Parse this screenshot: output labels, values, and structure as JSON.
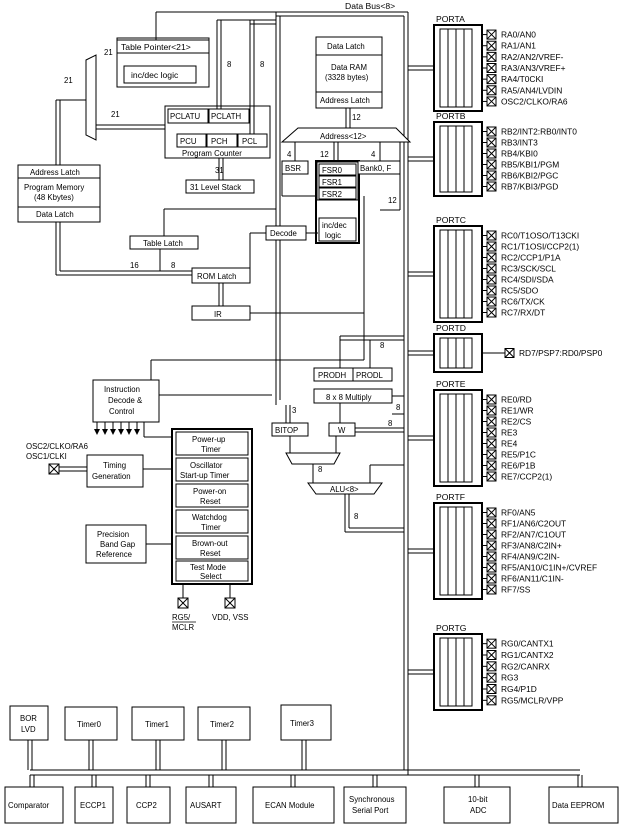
{
  "data_bus_label": "Data Bus<8>",
  "table_pointer": "Table Pointer<21>",
  "inc_dec_logic": "inc/dec logic",
  "pclatu": "PCLATU",
  "pclath": "PCLATH",
  "pcu": "PCU",
  "pch": "PCH",
  "pcl": "PCL",
  "program_counter": "Program Counter",
  "stack": "31 Level Stack",
  "address_latch": "Address Latch",
  "program_memory_1": "Program Memory",
  "program_memory_2": "(48 Kbytes)",
  "data_latch": "Data Latch",
  "table_latch": "Table Latch",
  "rom_latch": "ROM Latch",
  "ir": "IR",
  "decode": "Decode",
  "data_latch_top": "Data Latch",
  "data_ram_1": "Data RAM",
  "data_ram_2": "(3328 bytes)",
  "address_latch_ram": "Address Latch",
  "address_bus": "Address<12>",
  "bsr": "BSR",
  "fsr0": "FSR0",
  "fsr1": "FSR1",
  "fsr2": "FSR2",
  "fsr_inc_1": "inc/dec",
  "fsr_inc_2": "logic",
  "bank0f": "Bank0, F",
  "instr_decode_1": "Instruction",
  "instr_decode_2": "Decode &",
  "instr_decode_3": "Control",
  "osc_pins_1": "OSC2/CLKO/RA6",
  "osc_pins_2": "OSC1/CLKI",
  "timing_1": "Timing",
  "timing_2": "Generation",
  "precision_1": "Precision",
  "precision_2": "Band Gap",
  "precision_3": "Reference",
  "timers": {
    "powerup_1": "Power-up",
    "powerup_2": "Timer",
    "osc_startup_1": "Oscillator",
    "osc_startup_2": "Start-up Timer",
    "poweron_1": "Power-on",
    "poweron_2": "Reset",
    "watchdog_1": "Watchdog",
    "watchdog_2": "Timer",
    "brownout_1": "Brown-out",
    "brownout_2": "Reset",
    "testmode_1": "Test Mode",
    "testmode_2": "Select"
  },
  "rg5_1": "RG5/",
  "rg5_2": "MCLR",
  "vdd_vss": "VDD, VSS",
  "prodh": "PRODH",
  "prodl": "PRODL",
  "multiply": "8 x 8 Multiply",
  "bitop": "BITOP",
  "w": "W",
  "alu": "ALU<8>",
  "bus_widths": {
    "w21a": "21",
    "w21b": "21",
    "w8a": "8",
    "w8b": "8",
    "w31": "31",
    "w12a": "12",
    "w12b": "12",
    "w4a": "4",
    "w4b": "4",
    "w12c": "12",
    "w16": "16",
    "w8c": "8",
    "w8d": "8",
    "w3": "3",
    "w8e": "8",
    "w8f": "8",
    "w8g": "8",
    "w8h": "8"
  },
  "ports": [
    {
      "name": "PORTA",
      "pins": [
        "RA0/AN0",
        "RA1/AN1",
        "RA2/AN2/VREF-",
        "RA3/AN3/VREF+",
        "RA4/T0CKI",
        "RA5/AN4/LVDIN",
        "OSC2/CLKO/RA6"
      ]
    },
    {
      "name": "PORTB",
      "pins": [
        "RB2/INT2:RB0/INT0",
        "RB3/INT3",
        "RB4/KBI0",
        "RB5/KBI1/PGM",
        "RB6/KBI2/PGC",
        "RB7/KBI3/PGD"
      ]
    },
    {
      "name": "PORTC",
      "pins": [
        "RC0/T1OSO/T13CKI",
        "RC1/T1OSI/CCP2(1)",
        "RC2/CCP1/P1A",
        "RC3/SCK/SCL",
        "RC4/SDI/SDA",
        "RC5/SDO",
        "RC6/TX/CK",
        "RC7/RX/DT"
      ]
    },
    {
      "name": "PORTD",
      "pins": [
        "RD7/PSP7:RD0/PSP0"
      ]
    },
    {
      "name": "PORTE",
      "pins": [
        "RE0/RD",
        "RE1/WR",
        "RE2/CS",
        "RE3",
        "RE4",
        "RE5/P1C",
        "RE6/P1B",
        "RE7/CCP2(1)"
      ]
    },
    {
      "name": "PORTF",
      "pins": [
        "RF0/AN5",
        "RF1/AN6/C2OUT",
        "RF2/AN7/C1OUT",
        "RF3/AN8/C2IN+",
        "RF4/AN9/C2IN-",
        "RF5/AN10/C1IN+/CVREF",
        "RF6/AN11/C1IN-",
        "RF7/SS"
      ]
    },
    {
      "name": "PORTG",
      "pins": [
        "RG0/CANTX1",
        "RG1/CANTX2",
        "RG2/CANRX",
        "RG3",
        "RG4/P1D",
        "RG5/MCLR/VPP"
      ]
    }
  ],
  "peripherals_top": [
    "BOR LVD",
    "Timer0",
    "Timer1",
    "Timer2",
    "Timer3"
  ],
  "bor_1": "BOR",
  "bor_2": "LVD",
  "peripherals_bottom": [
    "Comparator",
    "ECCP1",
    "CCP2",
    "AUSART",
    "ECAN Module"
  ],
  "ssp_1": "Synchronous",
  "ssp_2": "Serial Port",
  "adc_1": "10-bit",
  "adc_2": "ADC",
  "eeprom": "Data EEPROM"
}
